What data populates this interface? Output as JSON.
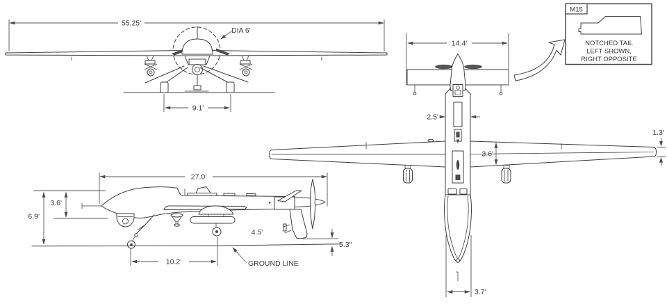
{
  "figure": {
    "description": "Aircraft three-view dimensional drawing (front, side and plan views) with notched-tail detail callout",
    "background_color": "#ffffff",
    "line_color": "#3f3f3f",
    "views": {
      "front": {
        "name": "front view",
        "wingspan": "55.25'",
        "prop_diameter": "DIA 6'",
        "gear_track": "9.1'"
      },
      "side": {
        "name": "side view",
        "overall_length": "27.0'",
        "nose_height": "3.6'",
        "overall_height": "6.9'",
        "prop_arc": "4.5'",
        "tail_clearance": "5.3\"",
        "wheel_base": "10.2'",
        "ground_line_label": "GROUND LINE"
      },
      "top": {
        "name": "plan view",
        "tail_span": "14.4'",
        "fuselage_width": "2.5'",
        "wing_root_chord": "3.6'",
        "wing_tip_chord": "1.3'",
        "nose_width": "3.7'"
      }
    },
    "callout": {
      "tag": "M15",
      "note_line1": "NOTCHED TAIL",
      "note_line2": "LEFT SHOWN,",
      "note_line3": "RIGHT OPPOSITE"
    }
  }
}
